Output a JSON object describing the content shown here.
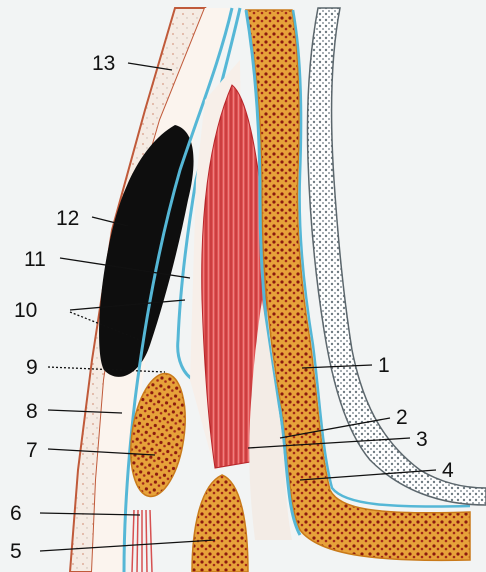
{
  "figure": {
    "labels": {
      "l1": "1",
      "l2": "2",
      "l3": "3",
      "l4": "4",
      "l5": "5",
      "l6": "6",
      "l7": "7",
      "l8": "8",
      "l9": "9",
      "l10": "10",
      "l11": "11",
      "l12": "12",
      "l13": "13"
    },
    "colors": {
      "background": "#f2f4f4",
      "cartilage": "#e7a23a",
      "cartilage_dots": "#8b1a0e",
      "muscle": "#d23b3b",
      "fascia": "#55b7d6",
      "gland": "#0e0e0e",
      "skin_edge": "#c05a3a",
      "mucosa": "#6f7b82"
    }
  }
}
